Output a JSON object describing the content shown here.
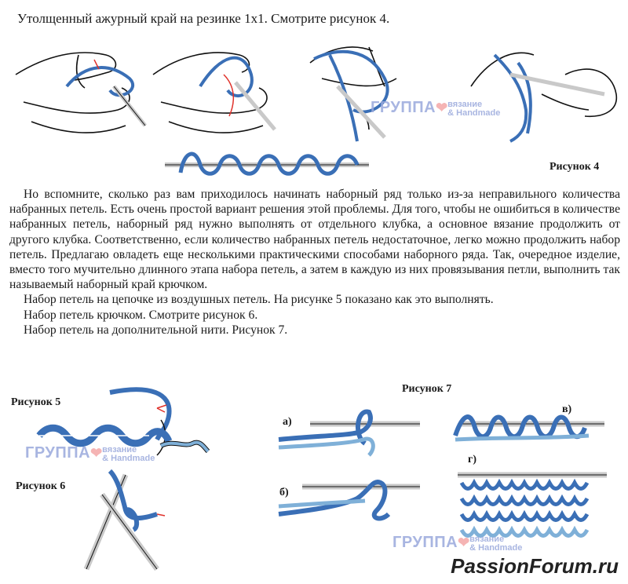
{
  "header_title": "Утолщенный ажурный край на резинке 1х1. Смотрите рисунок 4.",
  "captions": {
    "fig4": "Рисунок 4",
    "fig5": "Рисунок 5",
    "fig6": "Рисунок 6",
    "fig7": "Рисунок 7",
    "fig7_a": "а)",
    "fig7_b": "б)",
    "fig7_v": "в)",
    "fig7_g": "г)"
  },
  "paragraphs": [
    "Но вспомните, сколько раз вам приходилось начинать наборный ряд только из-за неправильного количества набранных петель. Есть очень простой вариант решения этой проблемы. Для того, чтобы не ошибиться в количестве набранных петель, наборный ряд нужно выполнять от отдельного клубка, а основное вязание продолжить от другого клубка. Соответственно, если количество набранных петель недостаточное, легко можно продолжить набор петель. Предлагаю овладеть еще несколькими практическими способами наборного ряда. Так, очередное изделие, вместо того мучительно длинного этапа набора петель, а затем в каждую из них провязывания петли, выполнить так называемый наборный край крючком.",
    "Набор петель на цепочке из воздушных петель. На рисунке 5 показано как это выполнять.",
    "Набор петель крючком. Смотрите рисунок 6.",
    "Набор петель на дополнительной нити. Рисунок 7."
  ],
  "watermark": {
    "big": "ГРУППА",
    "small_1": "вязание",
    "small_2": "& Handmade"
  },
  "footer": "PassionForum.ru",
  "colors": {
    "yarn_dark": "#3a6fb6",
    "yarn_light": "#7fb0d8",
    "needle": "#c9c9c9",
    "arrow": "#e0322b",
    "outline": "#111111"
  }
}
